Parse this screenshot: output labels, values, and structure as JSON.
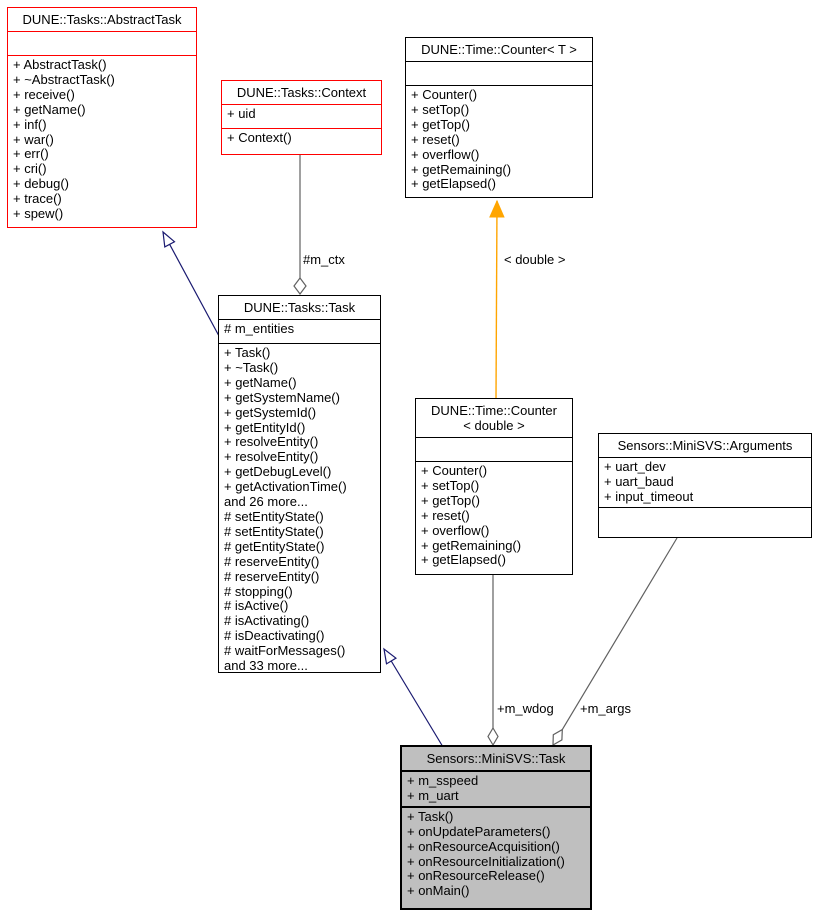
{
  "page": {
    "background": "#ffffff",
    "description": "UML collaboration diagram for Sensors::MiniSVS::Task"
  },
  "colors": {
    "red_border": "#ff0000",
    "black_border": "#000000",
    "inheritance_blue": "#191970",
    "template_orange": "#ffa500",
    "member_edge_gray": "#606060",
    "main_node_fill": "#bfbfbf",
    "node_fill": "#ffffff"
  },
  "classes": {
    "abstract_task": {
      "title": "DUNE::Tasks::AbstractTask",
      "attributes": [],
      "methods": [
        "+ AbstractTask()",
        "+ ~AbstractTask()",
        "+ receive()",
        "+ getName()",
        "+ inf()",
        "+ war()",
        "+ err()",
        "+ cri()",
        "+ debug()",
        "+ trace()",
        "+ spew()"
      ]
    },
    "context": {
      "title": "DUNE::Tasks::Context",
      "attributes": [
        "+ uid"
      ],
      "methods": [
        "+ Context()"
      ]
    },
    "counter_t": {
      "title": "DUNE::Time::Counter< T >",
      "attributes": [],
      "methods": [
        "+ Counter()",
        "+ setTop()",
        "+ getTop()",
        "+ reset()",
        "+ overflow()",
        "+ getRemaining()",
        "+ getElapsed()"
      ]
    },
    "task": {
      "title": "DUNE::Tasks::Task",
      "attributes": [
        "# m_entities"
      ],
      "methods": [
        "+ Task()",
        "+ ~Task()",
        "+ getName()",
        "+ getSystemName()",
        "+ getSystemId()",
        "+ getEntityId()",
        "+ resolveEntity()",
        "+ resolveEntity()",
        "+ getDebugLevel()",
        "+ getActivationTime()",
        "and 26 more...",
        "# setEntityState()",
        "# setEntityState()",
        "# getEntityState()",
        "# reserveEntity()",
        "# reserveEntity()",
        "# stopping()",
        "# isActive()",
        "# isActivating()",
        "# isDeactivating()",
        "# waitForMessages()",
        "and 33 more..."
      ]
    },
    "counter_double": {
      "title_line1": "DUNE::Time::Counter",
      "title_line2": "< double >",
      "attributes": [],
      "methods": [
        "+ Counter()",
        "+ setTop()",
        "+ getTop()",
        "+ reset()",
        "+ overflow()",
        "+ getRemaining()",
        "+ getElapsed()"
      ]
    },
    "arguments": {
      "title": "Sensors::MiniSVS::Arguments",
      "attributes": [
        "+ uart_dev",
        "+ uart_baud",
        "+ input_timeout"
      ],
      "methods": []
    },
    "minisvs_task": {
      "title": "Sensors::MiniSVS::Task",
      "attributes": [
        "+ m_sspeed",
        "+ m_uart"
      ],
      "methods": [
        "+ Task()",
        "+ onUpdateParameters()",
        "+ onResourceAcquisition()",
        "+ onResourceInitialization()",
        "+ onResourceRelease()",
        "+ onMain()"
      ]
    }
  },
  "edges": {
    "m_ctx": {
      "label": "#m_ctx",
      "type": "aggregation"
    },
    "template_instance": {
      "label": "< double >",
      "type": "template-instantiation"
    },
    "m_wdog": {
      "label": "+m_wdog",
      "type": "aggregation"
    },
    "m_args": {
      "label": "+m_args",
      "type": "aggregation"
    },
    "task_to_abstract_task": {
      "type": "inheritance"
    },
    "minisvs_to_task": {
      "type": "inheritance"
    }
  }
}
